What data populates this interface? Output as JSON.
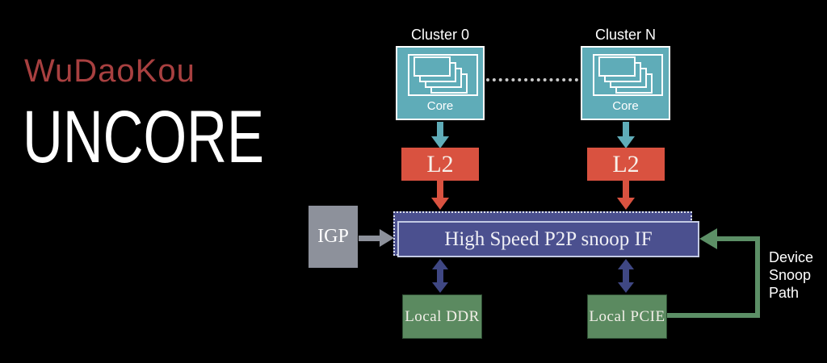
{
  "colors": {
    "brand-red": "#A84040",
    "teal": "#5FACB8",
    "red": "#D95240",
    "blue": "#4B508F",
    "blue-border": "#C3CAE3",
    "navy": "#3F4783",
    "green": "#5B8A60",
    "green-line": "#5C8F66",
    "gray": "#8D919B",
    "dot": "#C8C8C8"
  },
  "title": {
    "brand": "WuDaoKou",
    "main": "UNCORE"
  },
  "clusters": [
    {
      "label": "Cluster 0",
      "core_label": "Core"
    },
    {
      "label": "Cluster N",
      "core_label": "Core"
    }
  ],
  "l2": {
    "label": "L2"
  },
  "igp": {
    "label": "IGP"
  },
  "snoop_bar": {
    "label": "High Speed P2P snoop IF"
  },
  "memory": [
    {
      "label": "Local DDR"
    },
    {
      "label": "Local PCIE"
    }
  ],
  "device_snoop_path": {
    "lines": [
      "Device",
      "Snoop",
      "Path"
    ]
  }
}
